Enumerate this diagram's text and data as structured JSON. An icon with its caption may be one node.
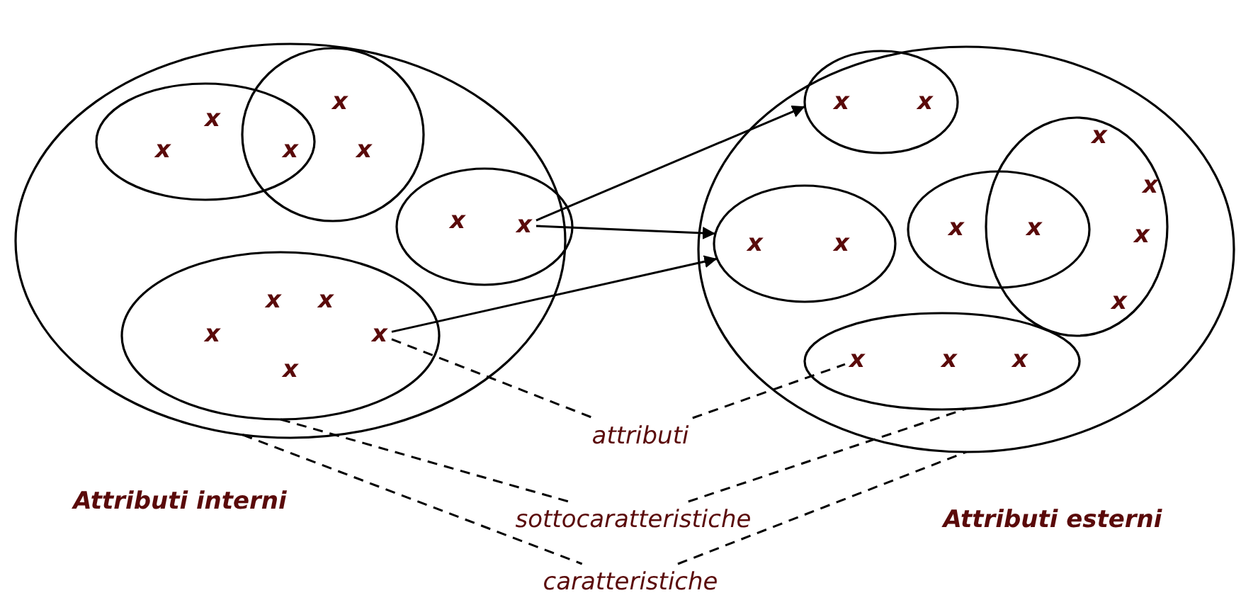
{
  "diagram": {
    "nodes": [
      {
        "text": [
          "Attributi interni"
        ]
      },
      {
        "text": [],
        "shape": "ellipse",
        "in": 0
      },
      {
        "text": [
          "x"
        ],
        "in": 1
      },
      {
        "text": [
          "x"
        ],
        "in": 1
      },
      {
        "text": [],
        "shape": "ellipse",
        "in": 0
      },
      {
        "text": [
          "x"
        ],
        "in": 4
      },
      {
        "text": [
          "x"
        ],
        "in": 4
      },
      {
        "text": [
          "x"
        ]
      },
      {
        "text": [],
        "shape": "ellipse",
        "in": 0
      },
      {
        "text": [
          "x"
        ],
        "in": 8
      },
      {
        "text": [
          "x"
        ],
        "in": 8
      },
      {
        "text": [],
        "shape": "ellipse",
        "in": 0
      },
      {
        "text": [
          "x"
        ],
        "in": 11
      },
      {
        "text": [
          "x"
        ],
        "in": 11
      },
      {
        "text": [
          "x"
        ],
        "in": 11
      },
      {
        "text": [
          "x"
        ],
        "in": 11
      },
      {
        "text": [
          "x"
        ],
        "in": 11
      },
      {
        "text": [
          "Attributi esterni"
        ]
      },
      {
        "text": [],
        "shape": "ellipse",
        "in": 17
      },
      {
        "text": [
          "x"
        ],
        "in": 18
      },
      {
        "text": [
          "x"
        ],
        "in": 18
      },
      {
        "text": [],
        "shape": "ellipse",
        "in": 17
      },
      {
        "text": [
          "x"
        ],
        "in": 21
      },
      {
        "text": [
          "x"
        ],
        "in": 21
      },
      {
        "text": [],
        "shape": "ellipse",
        "in": 17
      },
      {
        "text": [
          "x"
        ],
        "in": 24
      },
      {
        "text": [],
        "shape": "ellipse",
        "in": 17
      },
      {
        "text": [
          "x"
        ]
      },
      {
        "text": [
          "x"
        ],
        "in": 26
      },
      {
        "text": [
          "x"
        ],
        "in": 26
      },
      {
        "text": [
          "x"
        ],
        "in": 26
      },
      {
        "text": [
          "x"
        ],
        "in": 26
      },
      {
        "text": [],
        "shape": "ellipse",
        "in": 17
      },
      {
        "text": [
          "x"
        ],
        "in": 32
      },
      {
        "text": [
          "x"
        ],
        "in": 32
      },
      {
        "text": [
          "x"
        ],
        "in": 32
      },
      {
        "text": [
          "attributi"
        ]
      },
      {
        "text": [
          "sottocaratteristiche"
        ]
      },
      {
        "text": [
          "caratteristiche"
        ]
      }
    ],
    "edges": [
      {
        "from": 10,
        "to": 18,
        "arrow": "to"
      },
      {
        "from": 10,
        "to": 21,
        "arrow": "to"
      },
      {
        "from": 15,
        "to": 21,
        "arrow": "to"
      },
      {
        "from": 15,
        "to": 36,
        "arrow": "none",
        "style": "dashed"
      },
      {
        "from": 36,
        "to": 33,
        "arrow": "none",
        "style": "dashed"
      },
      {
        "from": 11,
        "to": 37,
        "arrow": "none",
        "style": "dashed"
      },
      {
        "from": 37,
        "to": 32,
        "arrow": "none",
        "style": "dashed"
      },
      {
        "from": 0,
        "to": 38,
        "arrow": "none",
        "style": "dashed"
      },
      {
        "from": 38,
        "to": 17,
        "arrow": "none",
        "style": "dashed"
      }
    ]
  }
}
